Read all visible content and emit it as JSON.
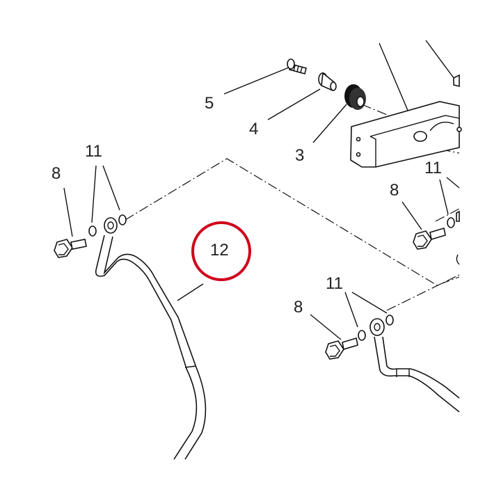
{
  "diagram": {
    "highlight_color": "#d0021b",
    "line_color": "#111111",
    "callouts": {
      "c5": "5",
      "c4": "4",
      "c3": "3",
      "c11_left": "11",
      "c8_left": "8",
      "c12": "12",
      "c11_mid": "11",
      "c8_mid": "8",
      "c11_bottom": "11",
      "c8_bottom": "8"
    }
  }
}
